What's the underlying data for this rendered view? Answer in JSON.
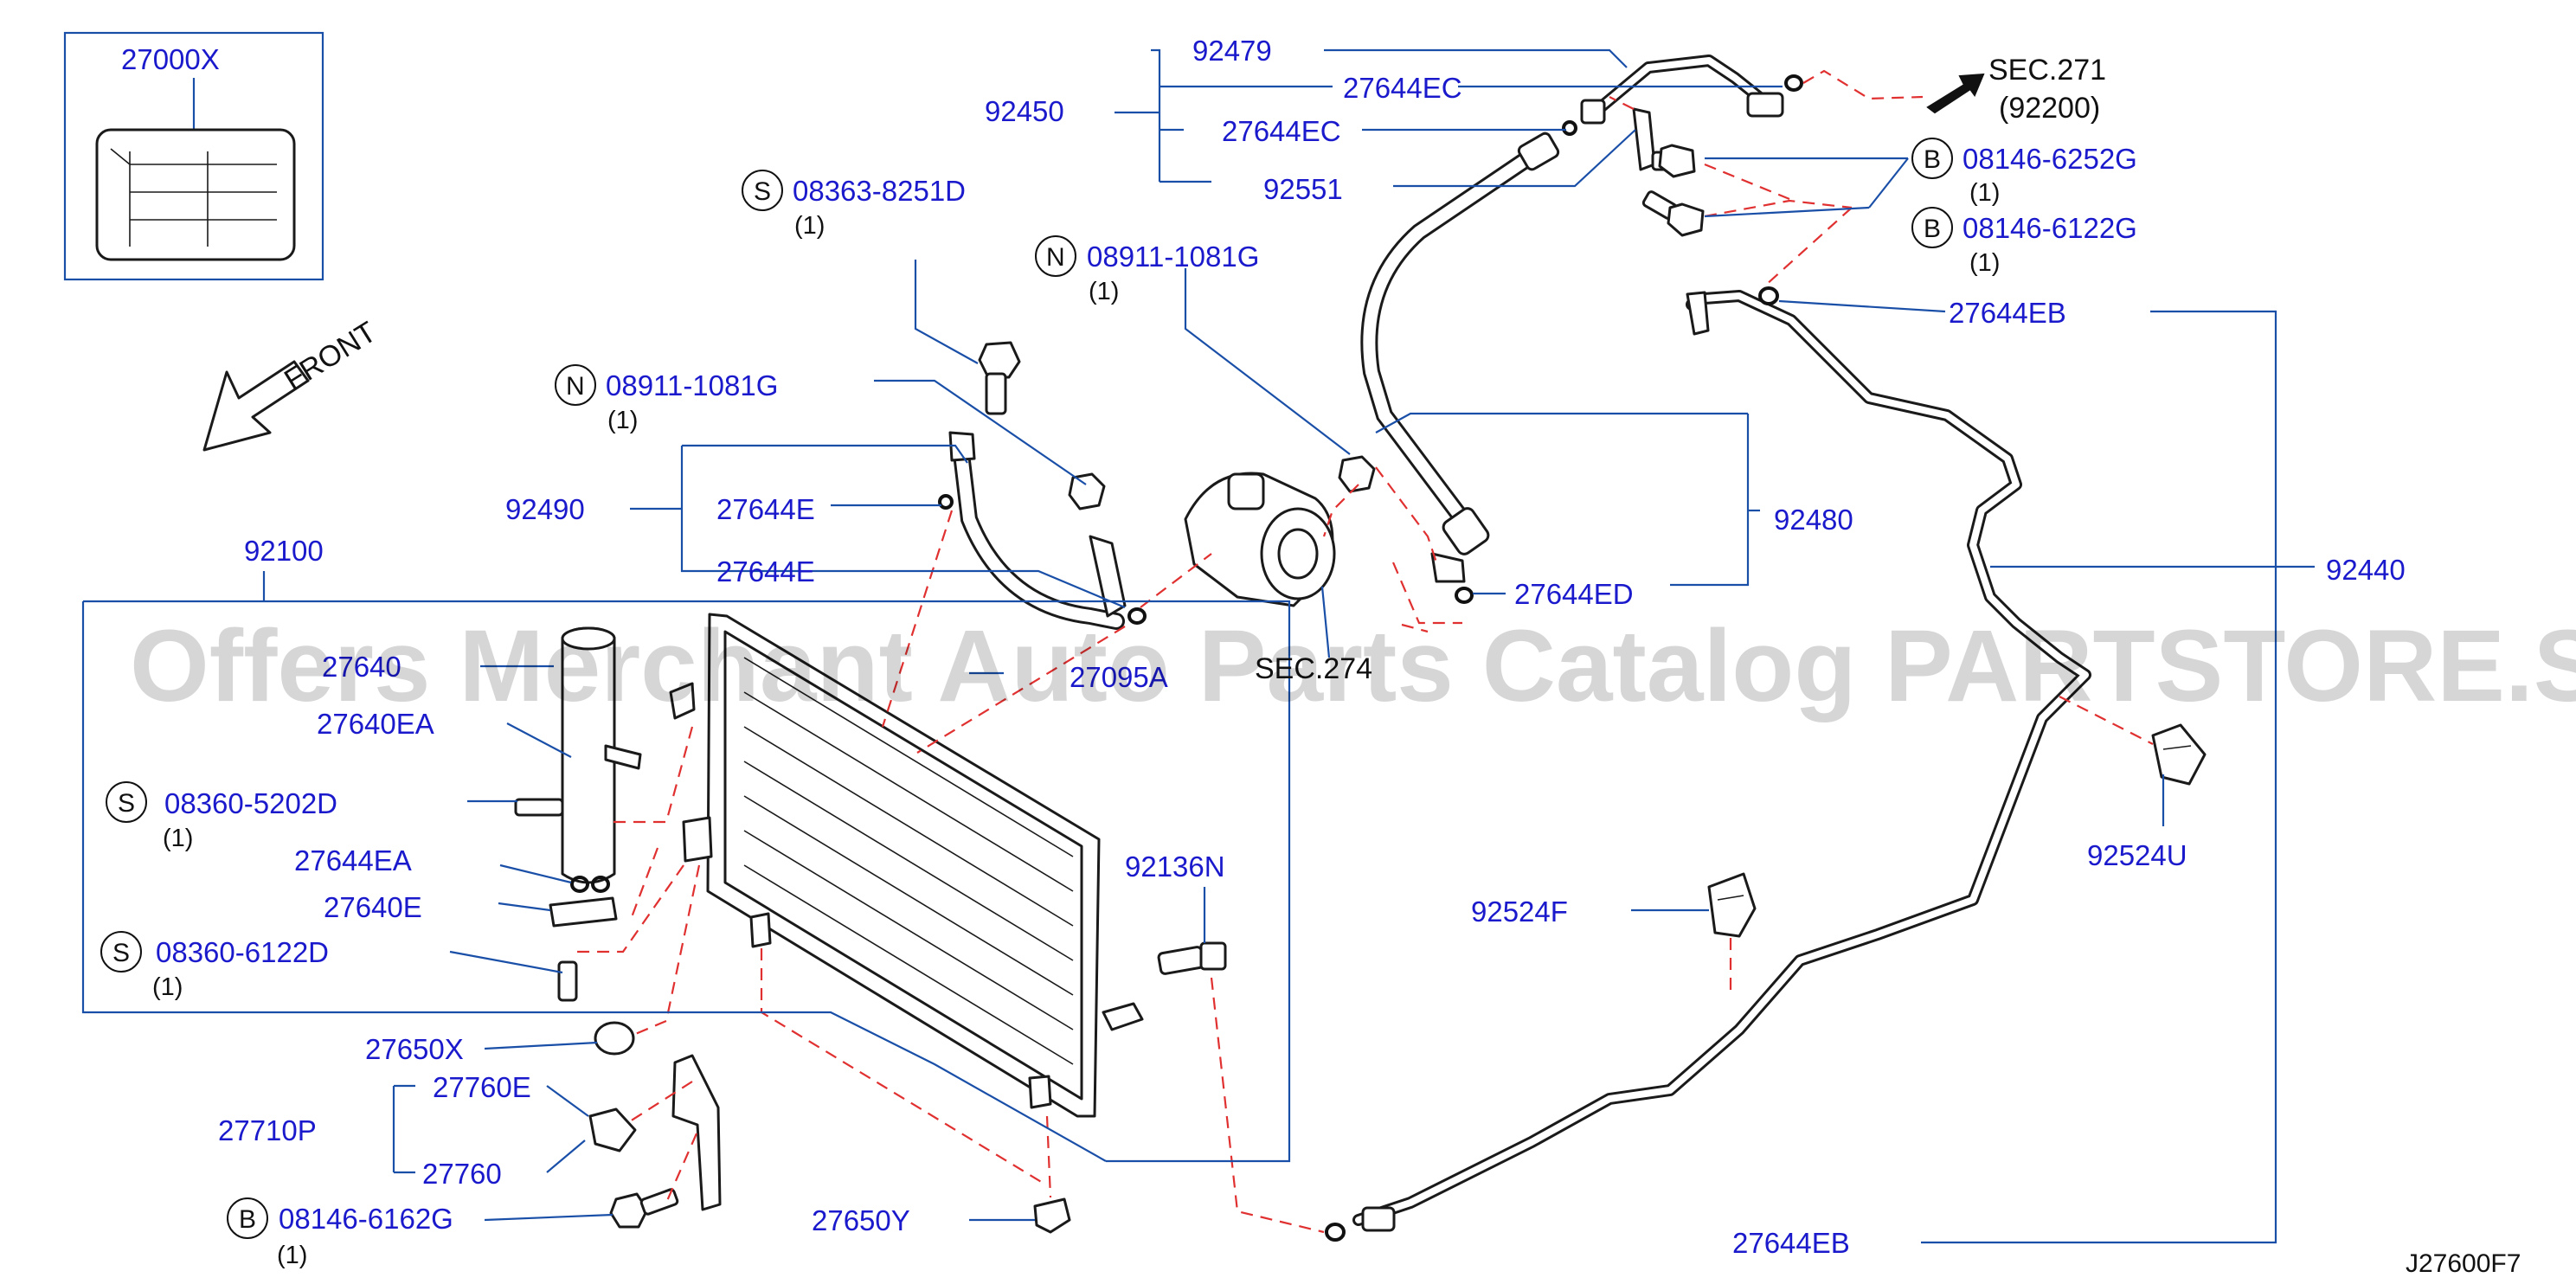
{
  "diagram_code": "J27600F7",
  "watermark": "Offers Merchant Auto Parts Catalog PARTSTORE.SA",
  "front_label": "FRONT",
  "section_ref": {
    "title": "SEC.271",
    "code": "(92200)"
  },
  "colors": {
    "label": "#1a1acc",
    "leader": "#1a4fa8",
    "dashed": "#e03030"
  },
  "parts": {
    "p27000X": "27000X",
    "p92479": "92479",
    "p92450": "92450",
    "p27644EC_a": "27644EC",
    "p27644EC_b": "27644EC",
    "p92551": "92551",
    "p08146_6252G": "08146-6252G",
    "q_6252G": "(1)",
    "p08146_6122G": "08146-6122G",
    "q_6122G": "(1)",
    "p27644EB_top": "27644EB",
    "p08363_8251D": "08363-8251D",
    "q_8251D": "(1)",
    "p08911_a": "08911-1081G",
    "q_08911_a": "(1)",
    "p08911_b": "08911-1081G",
    "q_08911_b": "(1)",
    "p92490": "92490",
    "p27644E_a": "27644E",
    "p27644E_b": "27644E",
    "p92480": "92480",
    "p27644ED": "27644ED",
    "p92440": "92440",
    "p92100": "92100",
    "p27640": "27640",
    "p27095A": "27095A",
    "p_sec274": "SEC.274",
    "p27640EA": "27640EA",
    "p08360_5202D": "08360-5202D",
    "q_5202D": "(1)",
    "p27644EA": "27644EA",
    "p27640E": "27640E",
    "p08360_6122D": "08360-6122D",
    "q_6122D": "(1)",
    "p92136N": "92136N",
    "p92524F": "92524F",
    "p92524U": "92524U",
    "p27650X": "27650X",
    "p27710P": "27710P",
    "p27760E": "27760E",
    "p27760": "27760",
    "p08146_6162G": "08146-6162G",
    "q_6162G": "(1)",
    "p27650Y": "27650Y",
    "p27644EB_bottom": "27644EB"
  },
  "badges": {
    "S": "S",
    "N": "N",
    "B": "B"
  }
}
